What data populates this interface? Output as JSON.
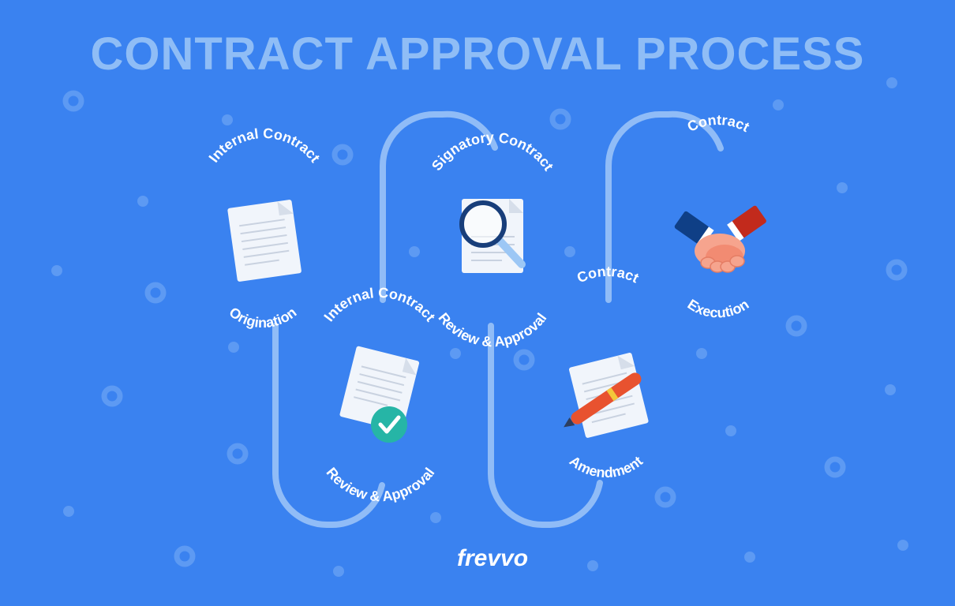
{
  "title": "CONTRACT APPROVAL PROCESS",
  "colors": {
    "background": "#3a82f0",
    "title": "#8fbdf6",
    "path": "#90bcf7",
    "dots": "#5d9af3",
    "label": "#ffffff",
    "check_badge": "#26b5a6",
    "pen": "#e8522f",
    "handshake_sleeve_left": "#0f3f86",
    "handshake_sleeve_right": "#c22a1c",
    "hand": "#f6a48e"
  },
  "steps": [
    {
      "top": "Internal Contract",
      "bottom": "Origination",
      "icon": "document-icon"
    },
    {
      "top": "Internal Contract",
      "bottom": "Review & Approval",
      "icon": "document-check-icon"
    },
    {
      "top": "Signatory Contract",
      "bottom": "Review & Approval",
      "icon": "document-magnifier-icon"
    },
    {
      "top": "Contract",
      "bottom": "Amendment",
      "icon": "document-pen-icon"
    },
    {
      "top": "Contract",
      "bottom": "Execution",
      "icon": "handshake-icon"
    }
  ],
  "logo": "frevvo"
}
